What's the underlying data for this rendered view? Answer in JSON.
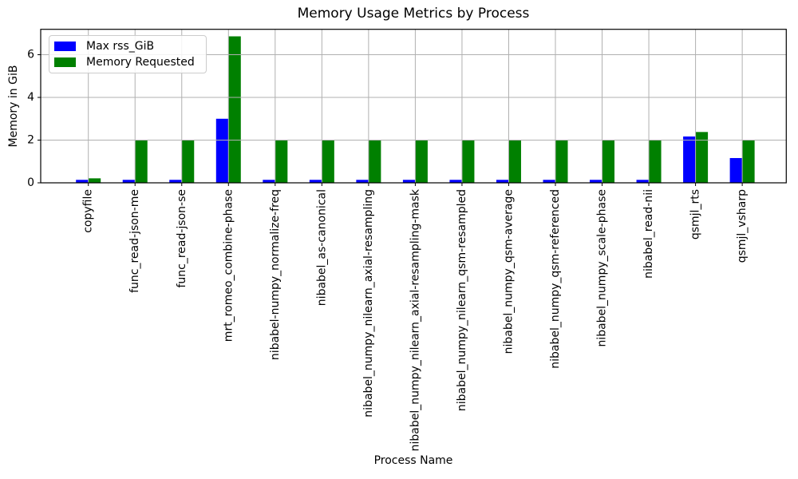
{
  "chart_data": {
    "type": "bar",
    "title": "Memory Usage Metrics by Process",
    "xlabel": "Process Name",
    "ylabel": "Memory in GiB",
    "categories": [
      "copyfile",
      "func_read-json-me",
      "func_read-json-se",
      "mrt_romeo_combine-phase",
      "nibabel-numpy_normalize-freq",
      "nibabel_as-canonical",
      "nibabel_numpy_nilearn_axial-resampling",
      "nibabel_numpy_nilearn_axial-resampling-mask",
      "nibabel_numpy_nilearn_qsm-resampled",
      "nibabel_numpy_qsm-average",
      "nibabel_numpy_qsm-referenced",
      "nibabel_numpy_scale-phase",
      "nibabel_read-nii",
      "qsmjl_rts",
      "qsmjl_vsharp"
    ],
    "series": [
      {
        "name": "Max rss_GiB",
        "color": "#0000ff",
        "values": [
          0.14,
          0.14,
          0.14,
          3.0,
          0.14,
          0.14,
          0.14,
          0.14,
          0.14,
          0.14,
          0.14,
          0.14,
          0.14,
          2.17,
          1.16
        ]
      },
      {
        "name": "Memory Requested",
        "color": "#008000",
        "values": [
          0.21,
          2.0,
          2.0,
          6.86,
          2.0,
          2.0,
          2.0,
          2.0,
          2.0,
          2.0,
          2.0,
          2.0,
          2.0,
          2.38,
          2.0
        ]
      }
    ],
    "ylim": [
      0,
      7.19
    ],
    "yticks": [
      0,
      2,
      4,
      6
    ],
    "grid": true,
    "legend_position": "upper left",
    "x_tick_rotation": 90
  },
  "colors": {
    "background": "#ffffff",
    "grid": "#b0b0b0",
    "spine": "#000000",
    "text": "#000000"
  }
}
